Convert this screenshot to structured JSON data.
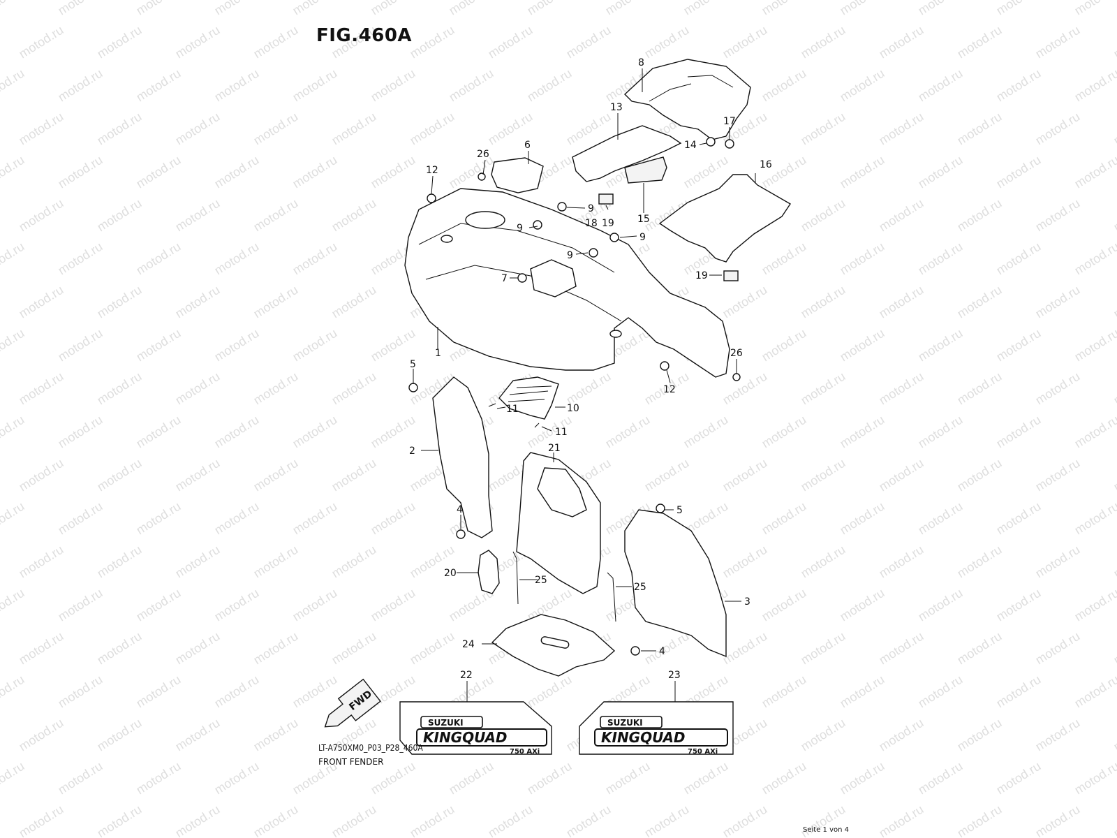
{
  "figure": {
    "title": "FIG.460A",
    "code": "LT-A750XM0_P03_P28_460A",
    "caption": "FRONT FENDER",
    "page": "Seite 1 von 4"
  },
  "watermark": "motod.ru",
  "fwd_label": "FWD",
  "decal": {
    "brand": "SUZUKI",
    "model": "KINGQUAD",
    "badge": "750 AXi"
  },
  "callouts": [
    {
      "id": "c8",
      "label": "8"
    },
    {
      "id": "c13",
      "label": "13"
    },
    {
      "id": "c17",
      "label": "17"
    },
    {
      "id": "c14",
      "label": "14"
    },
    {
      "id": "c6",
      "label": "6"
    },
    {
      "id": "c26a",
      "label": "26"
    },
    {
      "id": "c12a",
      "label": "12"
    },
    {
      "id": "c16",
      "label": "16"
    },
    {
      "id": "c9a",
      "label": "9"
    },
    {
      "id": "c15",
      "label": "15"
    },
    {
      "id": "c18",
      "label": "18"
    },
    {
      "id": "c19a",
      "label": "19"
    },
    {
      "id": "c9b",
      "label": "9"
    },
    {
      "id": "c9c",
      "label": "9"
    },
    {
      "id": "c9d",
      "label": "9"
    },
    {
      "id": "c7",
      "label": "7"
    },
    {
      "id": "c19b",
      "label": "19"
    },
    {
      "id": "c1",
      "label": "1"
    },
    {
      "id": "c26b",
      "label": "26"
    },
    {
      "id": "c12b",
      "label": "12"
    },
    {
      "id": "c5a",
      "label": "5"
    },
    {
      "id": "c11a",
      "label": "11"
    },
    {
      "id": "c10",
      "label": "10"
    },
    {
      "id": "c11b",
      "label": "11"
    },
    {
      "id": "c2",
      "label": "2"
    },
    {
      "id": "c21",
      "label": "21"
    },
    {
      "id": "c5b",
      "label": "5"
    },
    {
      "id": "c4a",
      "label": "4"
    },
    {
      "id": "c20",
      "label": "20"
    },
    {
      "id": "c25a",
      "label": "25"
    },
    {
      "id": "c25b",
      "label": "25"
    },
    {
      "id": "c3",
      "label": "3"
    },
    {
      "id": "c24",
      "label": "24"
    },
    {
      "id": "c4b",
      "label": "4"
    },
    {
      "id": "c22",
      "label": "22"
    },
    {
      "id": "c23",
      "label": "23"
    }
  ]
}
